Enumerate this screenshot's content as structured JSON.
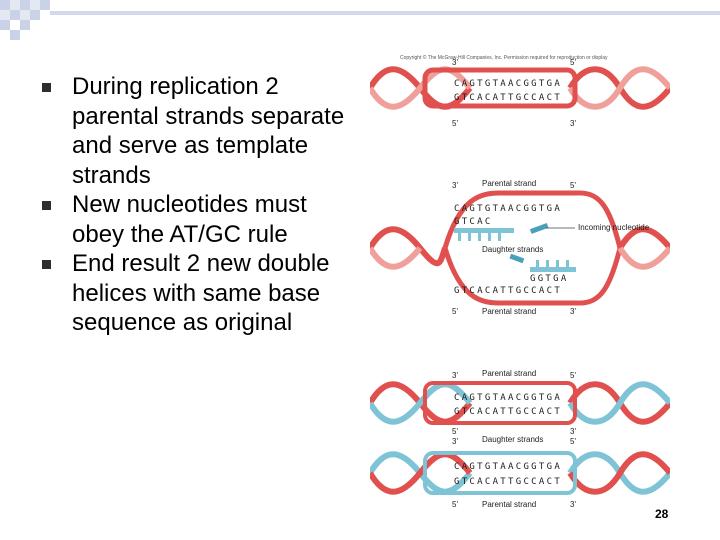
{
  "bullets": [
    "During replication 2 parental strands separate and serve as template strands",
    "New nucleotides must obey the AT/GC rule",
    "End result 2 new double helices with same base sequence as original"
  ],
  "figure": {
    "copyright": "Copyright © The McGraw-Hill Companies, Inc. Permission required for reproduction or display",
    "top": {
      "prime_3": "3'",
      "prime_5": "5'",
      "seq_top": "CAGTGTAACGGTGA",
      "seq_bottom": "GTCACATTGCCACT"
    },
    "middle": {
      "parental_label": "Parental strand",
      "prime_3": "3'",
      "prime_5": "5'",
      "seq_top": "CAGTGTAACGGTGA",
      "daughter_top": "GTCAC",
      "incoming_label": "Incoming nucleotide",
      "daughter_label": "Daughter strands",
      "daughter_bottom": "GGTGA",
      "seq_bottom": "GTCACATTGCCACT",
      "parental_label_bottom": "Parental strand"
    },
    "lower1": {
      "parental_label": "Parental strand",
      "daughter_label": "Daughter strands",
      "seq_top": "CAGTGTAACGGTGA",
      "seq_bottom": "GTCACATTGCCACT"
    },
    "lower2": {
      "seq_top": "CAGTGTAACGGTGA",
      "seq_bottom": "GTCACATTGCCACT",
      "parental_label": "Parental strand"
    }
  },
  "page_number": "28"
}
